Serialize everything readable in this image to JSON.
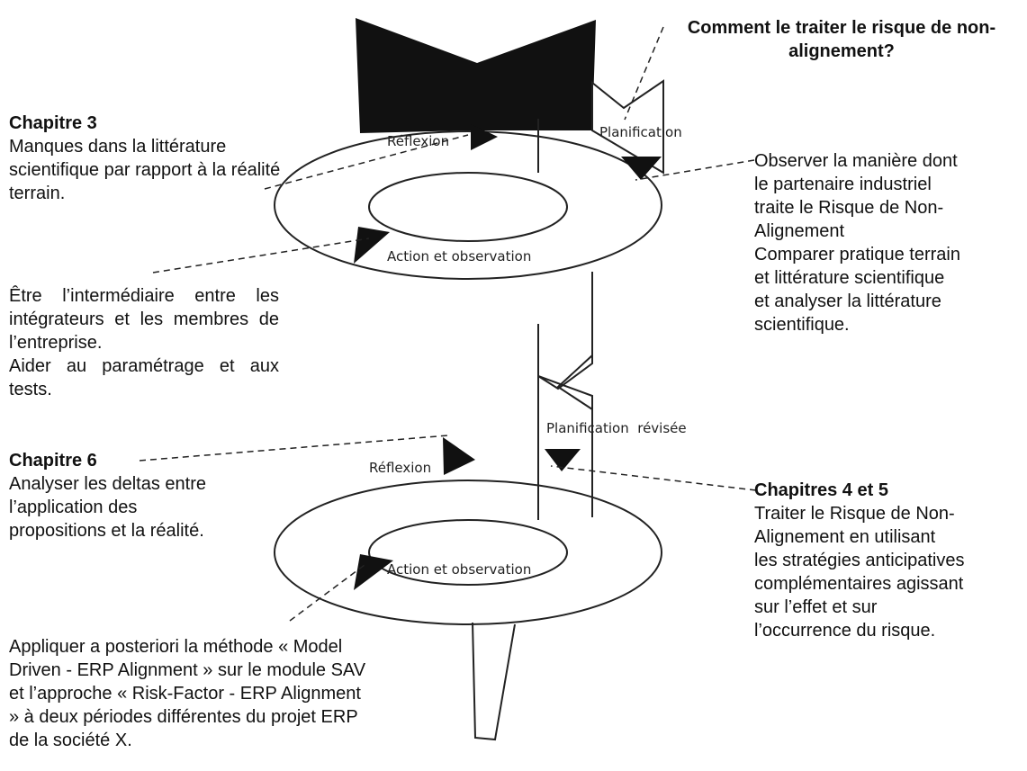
{
  "question": {
    "line1": "Comment le traiter le risque de non-",
    "line2": "alignement?"
  },
  "spiral_labels": {
    "reflexion_1": "Réflexion",
    "planification": "Planification",
    "action_1": "Action et observation",
    "planification_revisee": "Planification  révisée",
    "reflexion_2": "Réflexion",
    "action_2": "Action et observation"
  },
  "chapitre3": {
    "heading": "Chapitre 3",
    "text": "Manques dans la littérature scientifique par rapport à la réalité terrain."
  },
  "intermediaire": {
    "text1": "Être l’intermédiaire entre les intégrateurs et les membres de l’entreprise.",
    "text2": "Aider au paramétrage et aux tests."
  },
  "chapitre6": {
    "heading": "Chapitre 6",
    "text": "Analyser les deltas entre l’application des propositions et la réalité."
  },
  "appliquer": {
    "text": "Appliquer a posteriori la méthode « Model Driven - ERP Alignment » sur le module SAV et l’approche « Risk-Factor - ERP Alignment » à deux périodes différentes du projet ERP de la société X."
  },
  "observer": {
    "line1": "Observer la manière dont",
    "line2": "le partenaire industriel",
    "line3": "traite le Risque de Non-",
    "line4": "Alignement",
    "line5": "Comparer pratique terrain",
    "line6": "et littérature scientifique",
    "line7": "et analyser la littérature",
    "line8": "scientifique."
  },
  "chapitres45": {
    "heading": "Chapitres 4 et 5",
    "line1": "Traiter le Risque de Non-",
    "line2": "Alignement en utilisant",
    "line3": "les stratégies anticipatives",
    "line4": "complémentaires agissant",
    "line5": "sur l’effet et sur",
    "line6": "l’occurrence du risque."
  }
}
